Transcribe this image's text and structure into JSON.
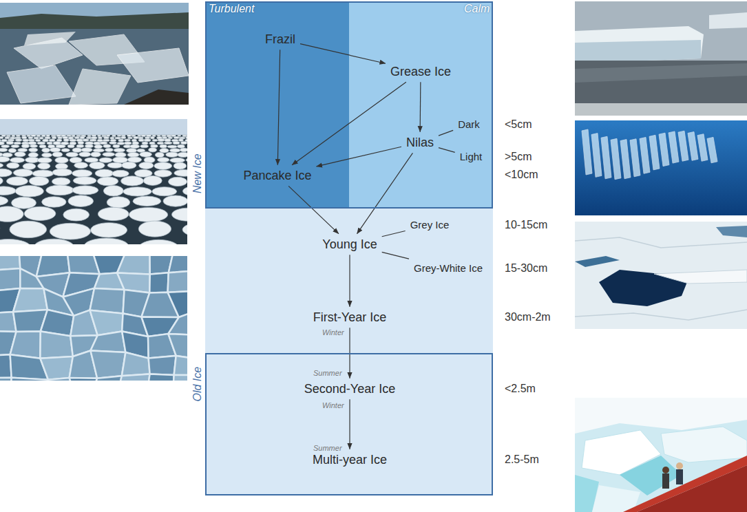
{
  "diagram": {
    "nodes": [
      {
        "text": [
          "New Ice"
        ]
      },
      {
        "text": [
          "Turbulent"
        ],
        "in": 0
      },
      {
        "text": [
          "Calm"
        ],
        "in": 0
      },
      {
        "text": [
          "Frazil"
        ],
        "in": 1
      },
      {
        "text": [
          "Grease Ice"
        ],
        "in": 2
      },
      {
        "text": [
          "Nilas"
        ],
        "in": 2
      },
      {
        "text": [
          "Dark"
        ],
        "in": 2
      },
      {
        "text": [
          "Light"
        ],
        "in": 2
      },
      {
        "text": [
          "Pancake Ice"
        ],
        "in": 1
      },
      {
        "text": [
          "Young Ice"
        ]
      },
      {
        "text": [
          "Grey Ice"
        ]
      },
      {
        "text": [
          "Grey-White Ice"
        ]
      },
      {
        "text": [
          "First-Year Ice"
        ]
      },
      {
        "text": [
          "Old Ice"
        ]
      },
      {
        "text": [
          "Second-Year Ice"
        ],
        "in": 13
      },
      {
        "text": [
          "Multi-year Ice"
        ],
        "in": 13
      }
    ],
    "edges": [
      {
        "from": 3,
        "to": 8,
        "arrow": "to"
      },
      {
        "from": 3,
        "to": 4,
        "arrow": "to"
      },
      {
        "from": 4,
        "to": 5,
        "arrow": "to"
      },
      {
        "from": 4,
        "to": 8,
        "arrow": "to"
      },
      {
        "from": 5,
        "to": 8,
        "arrow": "to"
      },
      {
        "from": 5,
        "to": 6,
        "arrow": "none"
      },
      {
        "from": 5,
        "to": 7,
        "arrow": "none"
      },
      {
        "from": 8,
        "to": 9,
        "arrow": "to"
      },
      {
        "from": 5,
        "to": 9,
        "arrow": "to"
      },
      {
        "from": 9,
        "to": 10,
        "arrow": "none"
      },
      {
        "from": 9,
        "to": 11,
        "arrow": "none"
      },
      {
        "from": 9,
        "to": 12,
        "arrow": "to"
      },
      {
        "from": 12,
        "to": 14,
        "arrow": "to"
      },
      {
        "from": 14,
        "to": 15,
        "arrow": "to"
      }
    ],
    "labels": [
      "<5cm",
      ">5cm",
      "<10cm",
      "10-15cm",
      "15-30cm",
      "30cm-2m",
      "Winter",
      "Summer",
      "<2.5m",
      "Winter",
      "Summer",
      "2.5-5m"
    ]
  }
}
